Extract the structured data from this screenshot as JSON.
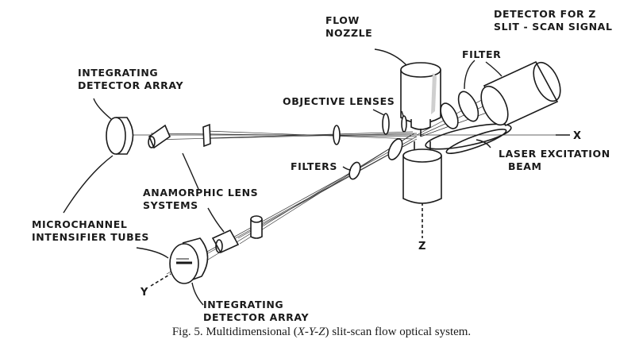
{
  "labels": {
    "flow_nozzle_1": "FLOW",
    "flow_nozzle_2": "NOZZLE",
    "detector_z_1": "DETECTOR FOR Z",
    "detector_z_2": "SLIT - SCAN SIGNAL",
    "filter_top": "FILTER",
    "integrating_top_1": "INTEGRATING",
    "integrating_top_2": "DETECTOR ARRAY",
    "objective_lenses": "OBJECTIVE LENSES",
    "axis_x": "X",
    "laser_1": "LASER EXCITATION",
    "laser_2": "BEAM",
    "filters": "FILTERS",
    "anamorphic_1": "ANAMORPHIC LENS",
    "anamorphic_2": "SYSTEMS",
    "axis_z": "Z",
    "microchannel_1": "MICROCHANNEL",
    "microchannel_2": "INTENSIFIER TUBES",
    "axis_y": "Y",
    "integrating_bottom_1": "INTEGRATING",
    "integrating_bottom_2": "DETECTOR ARRAY"
  },
  "caption": {
    "prefix": "Fig. 5. Multidimensional (",
    "axes": "X-Y-Z",
    "suffix": ") slit-scan flow optical system."
  }
}
